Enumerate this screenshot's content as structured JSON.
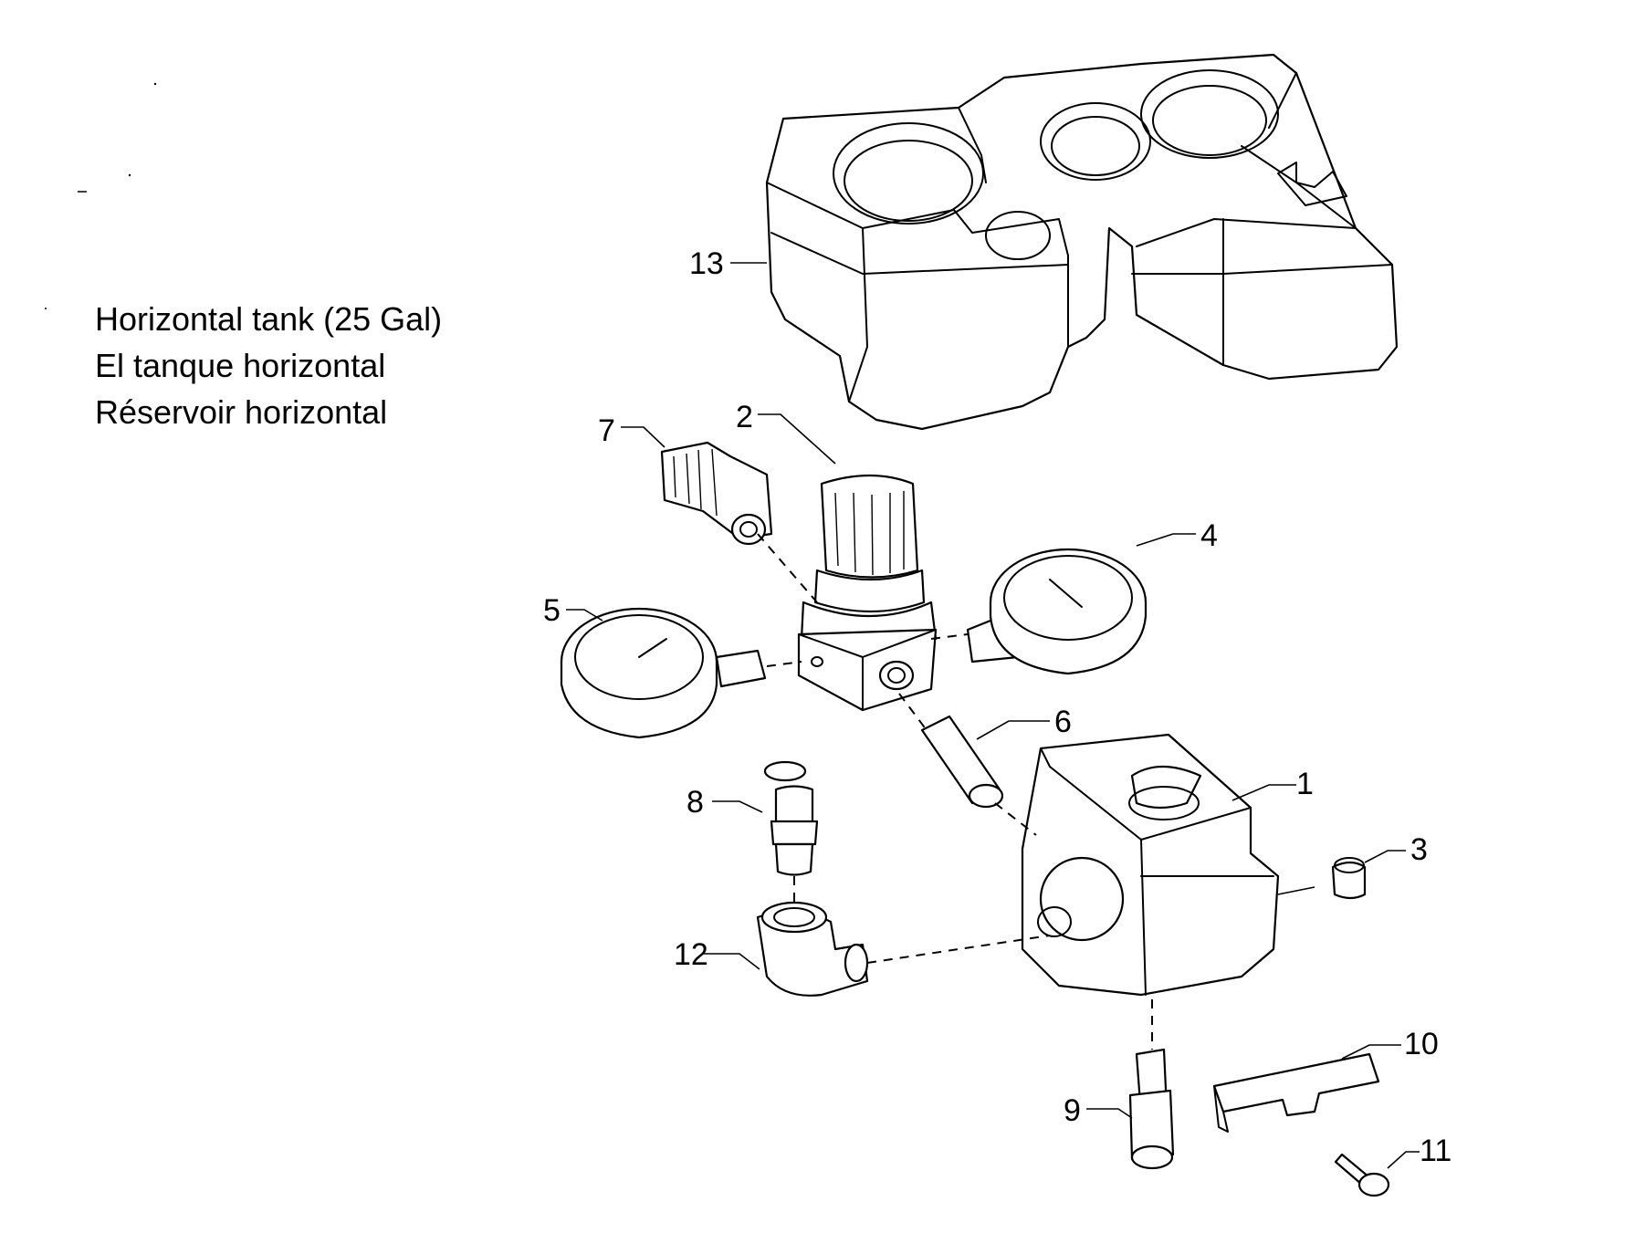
{
  "title": {
    "line1": "Horizontal tank (25 Gal)",
    "line2": "El tanque horizontal",
    "line3": "Réservoir horizontal"
  },
  "callouts": {
    "c1": "1",
    "c2": "2",
    "c3": "3",
    "c4": "4",
    "c5": "5",
    "c6": "6",
    "c7": "7",
    "c8": "8",
    "c9": "9",
    "c10": "10",
    "c11": "11",
    "c12": "12",
    "c13": "13"
  }
}
